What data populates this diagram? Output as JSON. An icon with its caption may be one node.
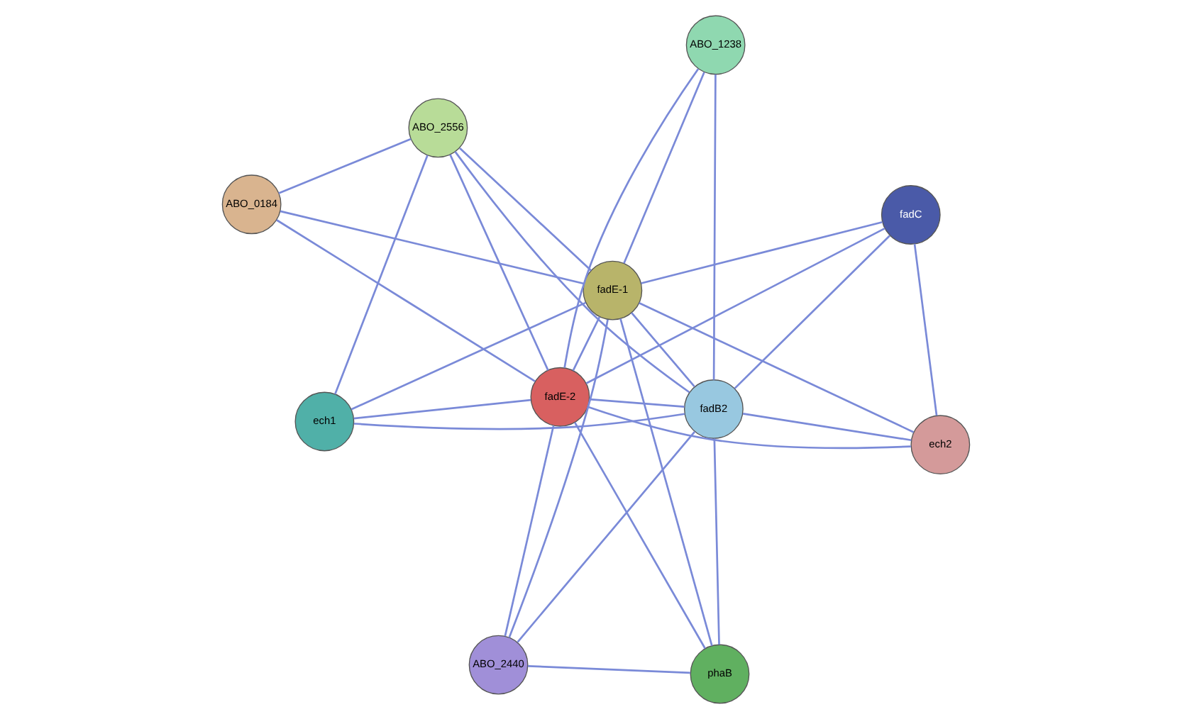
{
  "diagram": {
    "nodes": [
      {
        "text": [
          "ABO_0184"
        ]
      },
      {
        "text": [
          "ABO_2556"
        ]
      },
      {
        "text": [
          "ABO_2440"
        ]
      },
      {
        "text": [
          "fadE-1"
        ]
      },
      {
        "text": [
          "fadC"
        ]
      },
      {
        "text": [
          "ABO_1238"
        ]
      },
      {
        "text": [
          "fadE-2"
        ]
      },
      {
        "text": [
          "fadB2"
        ]
      },
      {
        "text": [
          "ech1"
        ]
      },
      {
        "text": [
          "ech2"
        ]
      },
      {
        "text": [
          "phaB"
        ]
      }
    ],
    "edges": [
      {
        "from": 0,
        "to": 1,
        "arrow": "none"
      },
      {
        "from": 0,
        "to": 3,
        "arrow": "none"
      },
      {
        "from": 0,
        "to": 6,
        "arrow": "none"
      },
      {
        "from": 1,
        "to": 3,
        "arrow": "none"
      },
      {
        "from": 1,
        "to": 6,
        "arrow": "none"
      },
      {
        "from": 1,
        "to": 7,
        "arrow": "none"
      },
      {
        "from": 1,
        "to": 8,
        "arrow": "none"
      },
      {
        "from": 2,
        "to": 3,
        "arrow": "none"
      },
      {
        "from": 2,
        "to": 6,
        "arrow": "none"
      },
      {
        "from": 2,
        "to": 7,
        "arrow": "none"
      },
      {
        "from": 2,
        "to": 10,
        "arrow": "none"
      },
      {
        "from": 3,
        "to": 4,
        "arrow": "none"
      },
      {
        "from": 3,
        "to": 5,
        "arrow": "none"
      },
      {
        "from": 3,
        "to": 6,
        "arrow": "none"
      },
      {
        "from": 3,
        "to": 7,
        "arrow": "none"
      },
      {
        "from": 3,
        "to": 8,
        "arrow": "none"
      },
      {
        "from": 3,
        "to": 9,
        "arrow": "none"
      },
      {
        "from": 3,
        "to": 10,
        "arrow": "none"
      },
      {
        "from": 4,
        "to": 6,
        "arrow": "none"
      },
      {
        "from": 4,
        "to": 7,
        "arrow": "none"
      },
      {
        "from": 4,
        "to": 9,
        "arrow": "none"
      },
      {
        "from": 5,
        "to": 6,
        "arrow": "none"
      },
      {
        "from": 5,
        "to": 7,
        "arrow": "none"
      },
      {
        "from": 6,
        "to": 7,
        "arrow": "none"
      },
      {
        "from": 6,
        "to": 8,
        "arrow": "none"
      },
      {
        "from": 6,
        "to": 9,
        "arrow": "none"
      },
      {
        "from": 6,
        "to": 10,
        "arrow": "none"
      },
      {
        "from": 7,
        "to": 8,
        "arrow": "none"
      },
      {
        "from": 7,
        "to": 9,
        "arrow": "none"
      },
      {
        "from": 7,
        "to": 10,
        "arrow": "none"
      }
    ]
  }
}
